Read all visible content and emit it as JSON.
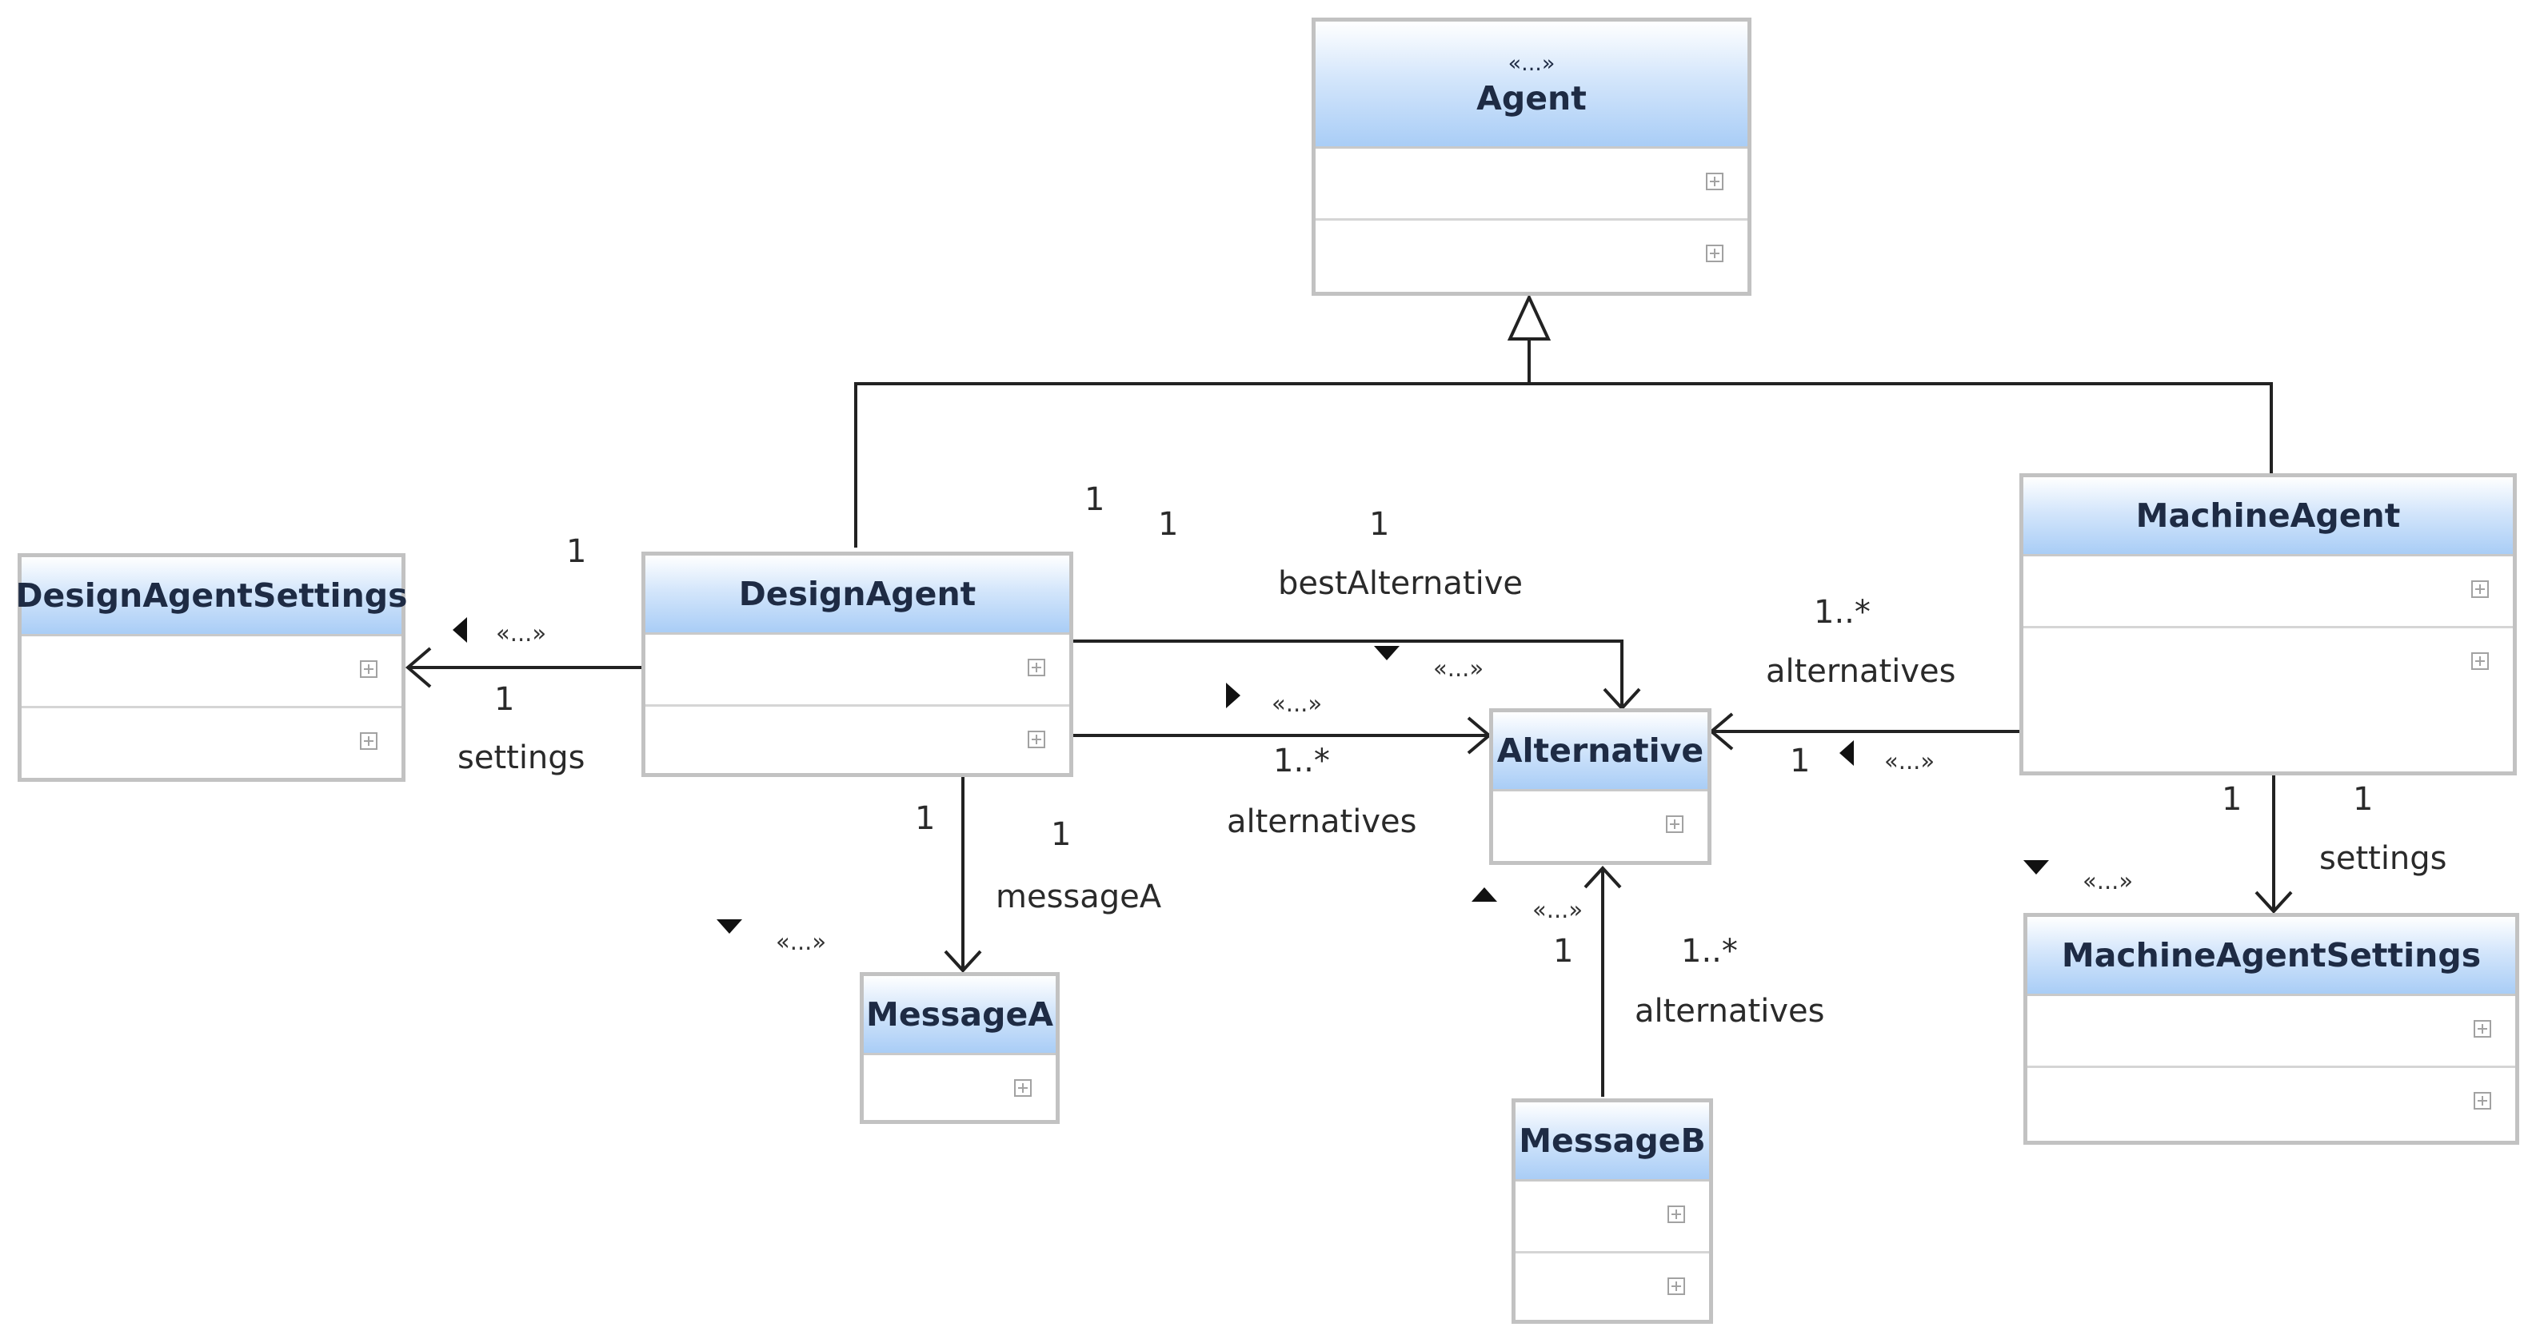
{
  "classes": {
    "agent": {
      "stereotype": "«...»",
      "name": "Agent"
    },
    "design_agent_settings": {
      "name": "DesignAgentSettings"
    },
    "design_agent": {
      "name": "DesignAgent"
    },
    "alternative": {
      "name": "Alternative"
    },
    "machine_agent": {
      "name": "MachineAgent"
    },
    "message_a": {
      "name": "MessageA"
    },
    "message_b": {
      "name": "MessageB"
    },
    "machine_agent_settings": {
      "name": "MachineAgentSettings"
    }
  },
  "associations": {
    "design_settings": {
      "source_multiplicity": "1",
      "target_multiplicity": "1",
      "role": "settings",
      "stereotype": "«...»"
    },
    "best_alternative": {
      "source_multiplicity": "1",
      "target_multiplicity": "1",
      "role": "bestAlternative",
      "stereotype": "«...»"
    },
    "design_alternatives": {
      "source_multiplicity": "1",
      "target_multiplicity": "1..*",
      "role": "alternatives",
      "stereotype": "«...»"
    },
    "message_a": {
      "source_multiplicity": "1",
      "target_multiplicity": "1",
      "role": "messageA",
      "stereotype": "«...»"
    },
    "machine_alternatives": {
      "source_multiplicity": "1",
      "target_multiplicity": "1..*",
      "role": "alternatives",
      "stereotype": "«...»"
    },
    "machine_settings": {
      "source_multiplicity": "1",
      "target_multiplicity": "1",
      "role": "settings",
      "stereotype": "«...»"
    },
    "messageb_alternatives": {
      "source_multiplicity": "1",
      "target_multiplicity": "1..*",
      "role": "alternatives",
      "stereotype": "«...»"
    }
  },
  "colors": {
    "header_gradient_top": "#ffffff",
    "header_gradient_bottom": "#a9cdf6",
    "border": "#c2c2c2",
    "line": "#222222"
  }
}
